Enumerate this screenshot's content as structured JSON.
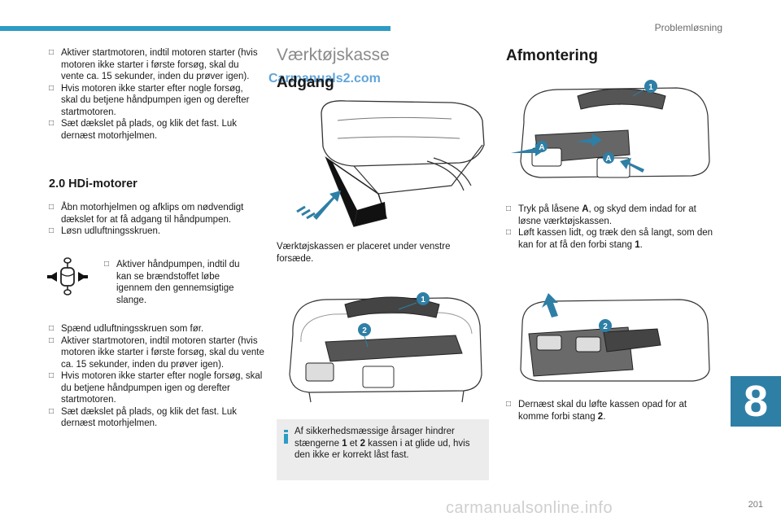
{
  "header": {
    "section": "Problemløsning"
  },
  "chapter_tab": "8",
  "page_number": "201",
  "watermark": "carmanualsonline.info",
  "watermark2": "Carmanuals2.com",
  "col1": {
    "top_bullets": [
      "Aktiver startmotoren, indtil motoren starter (hvis motoren ikke starter i første forsøg, skal du vente ca. 15 sekunder, inden du prøver igen).",
      "Hvis motoren ikke starter efter nogle forsøg, skal du betjene håndpumpen igen og derefter startmotoren.",
      "Sæt dækslet på plads, og klik det fast. Luk dernæst motorhjelmen."
    ],
    "heading": "2.0 HDi-motorer",
    "mid_bullets": [
      "Åbn motorhjelmen og afklips om nødvendigt dækslet for at få adgang til håndpumpen.",
      "Løsn udluftningsskruen."
    ],
    "pump_bullet": "Aktiver håndpumpen, indtil du kan se brændstoffet løbe igennem den gennemsigtige slange.",
    "bottom_bullets": [
      "Spænd udluftningsskruen som før.",
      "Aktiver startmotoren, indtil motoren starter (hvis motoren ikke starter i første forsøg, skal du vente ca. 15 sekunder, inden du prøver igen).",
      "Hvis motoren ikke starter efter nogle forsøg, skal du betjene håndpumpen igen og derefter startmotoren.",
      "Sæt dækslet på plads, og klik det fast. Luk dernæst motorhjelmen."
    ]
  },
  "col2": {
    "title": "Værktøjskasse",
    "subtitle": "Adgang",
    "location_text": "Værktøjskassen er placeret under venstre forsæde.",
    "info_text_parts": [
      "Af sikkerhedsmæssige årsager hindrer stængerne ",
      "1",
      " et ",
      "2",
      " kassen i at glide ud, hvis den ikke er korrekt låst fast."
    ]
  },
  "col3": {
    "title": "Afmontering",
    "step1_parts": [
      "Tryk på låsene ",
      "A",
      ", og skyd dem indad for at løsne værktøjskassen."
    ],
    "step2_parts": [
      "Løft kassen lidt, og træk den så langt, som den kan for at få den forbi stang ",
      "1",
      "."
    ],
    "step3_parts": [
      "Dernæst skal du løfte kassen opad for at komme forbi stang ",
      "2",
      "."
    ]
  },
  "figure_labels": {
    "bar1": "1",
    "bar2": "2",
    "latch": "A"
  },
  "colors": {
    "accent": "#2d9cc4",
    "marker": "#2e7fa6",
    "chapter": "#2e7fa6",
    "info_bg": "#ececec"
  }
}
